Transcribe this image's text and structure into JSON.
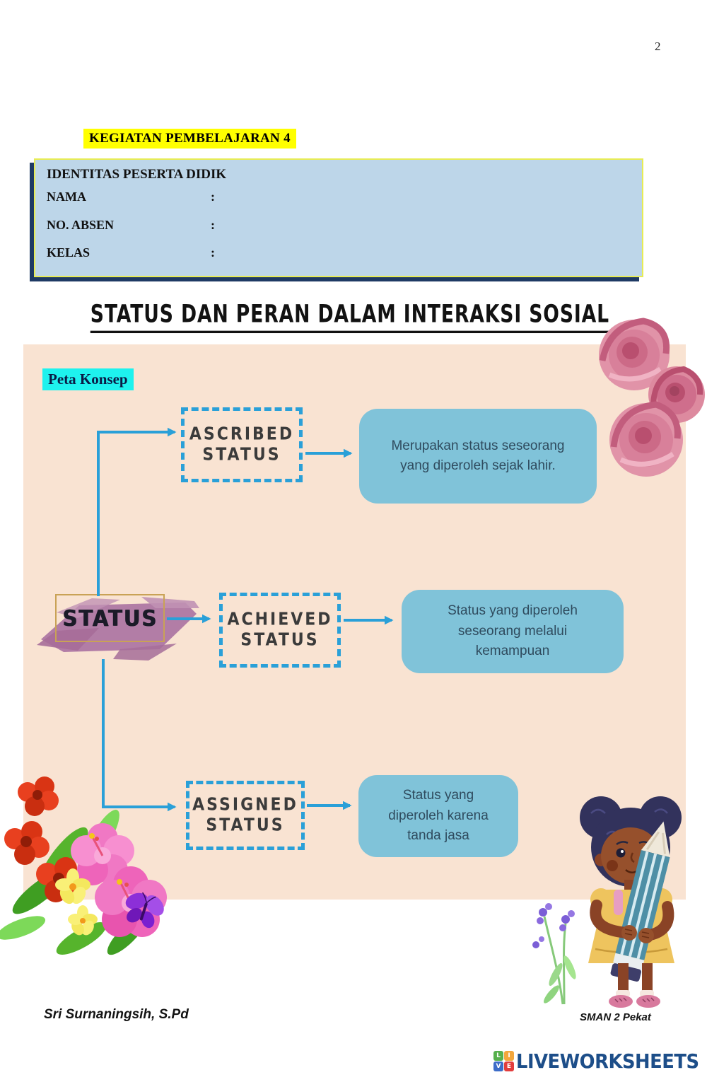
{
  "page": {
    "number": "2"
  },
  "lesson": {
    "activity_heading": "KEGIATAN PEMBELAJARAN 4"
  },
  "identity_box": {
    "title": "IDENTITAS PESERTA DIDIK",
    "fields": [
      {
        "label": "NAMA",
        "separator": ":",
        "value": ""
      },
      {
        "label": "NO. ABSEN",
        "separator": ":",
        "value": ""
      },
      {
        "label": "KELAS",
        "separator": ":",
        "value": ""
      }
    ]
  },
  "main_title": "STATUS DAN PERAN DALAM INTERAKSI SOSIAL",
  "concept_map": {
    "heading": "Peta Konsep",
    "root_label": "STATUS",
    "branches": [
      {
        "label_line1": "ASCRIBED",
        "label_line2": "STATUS",
        "description": "Merupakan status seseorang yang diperoleh sejak lahir."
      },
      {
        "label_line1": "ACHIEVED",
        "label_line2": "STATUS",
        "description": "Status yang diperoleh seseorang melalui kemampuan"
      },
      {
        "label_line1": "ASSIGNED",
        "label_line2": "STATUS",
        "description": "Status yang diperoleh karena tanda jasa"
      }
    ]
  },
  "footer": {
    "author": "Sri Surnaningsih, S.Pd",
    "school": "SMAN 2 Pekat"
  },
  "brand": {
    "name": "LIVEWORKSHEETS",
    "logo_letters": [
      "L",
      "I",
      "V",
      "E"
    ],
    "logo_colors": [
      "#56b04c",
      "#f2a63c",
      "#3c6cc8",
      "#e23d3d"
    ],
    "text_color": "#1d4e89"
  },
  "decorations": {
    "top_right": "pink roses illustration",
    "bottom_left": "flower bouquet with butterfly illustration",
    "bottom_right": "girl holding giant pencil illustration"
  },
  "colors": {
    "highlight_yellow": "#ffff00",
    "highlight_cyan": "#1ef2ee",
    "identity_fill": "#bdd6e9",
    "identity_border": "#e7ec54",
    "identity_shadow": "#1e3a64",
    "map_background": "#f9e3d2",
    "connector_blue": "#2aa0d8",
    "callout_fill": "#80c3d9",
    "callout_text": "#2f4b5e",
    "brush_mauve": "#b27da6",
    "status_frame_gold": "#c9a256"
  }
}
